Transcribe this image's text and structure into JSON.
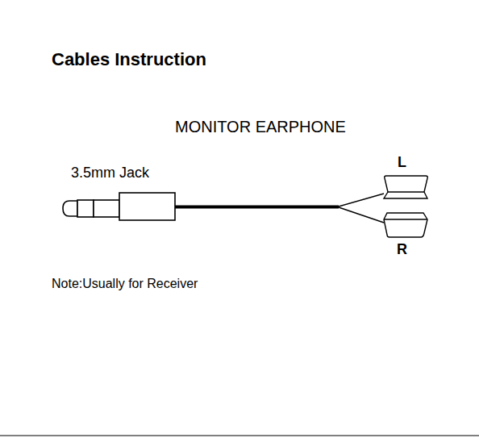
{
  "diagram": {
    "title": "Cables Instruction",
    "labels": [
      "MONITOR EARPHONE",
      "3.5mm Jack",
      "L",
      "R",
      "Note:Usually for Receiver"
    ]
  }
}
